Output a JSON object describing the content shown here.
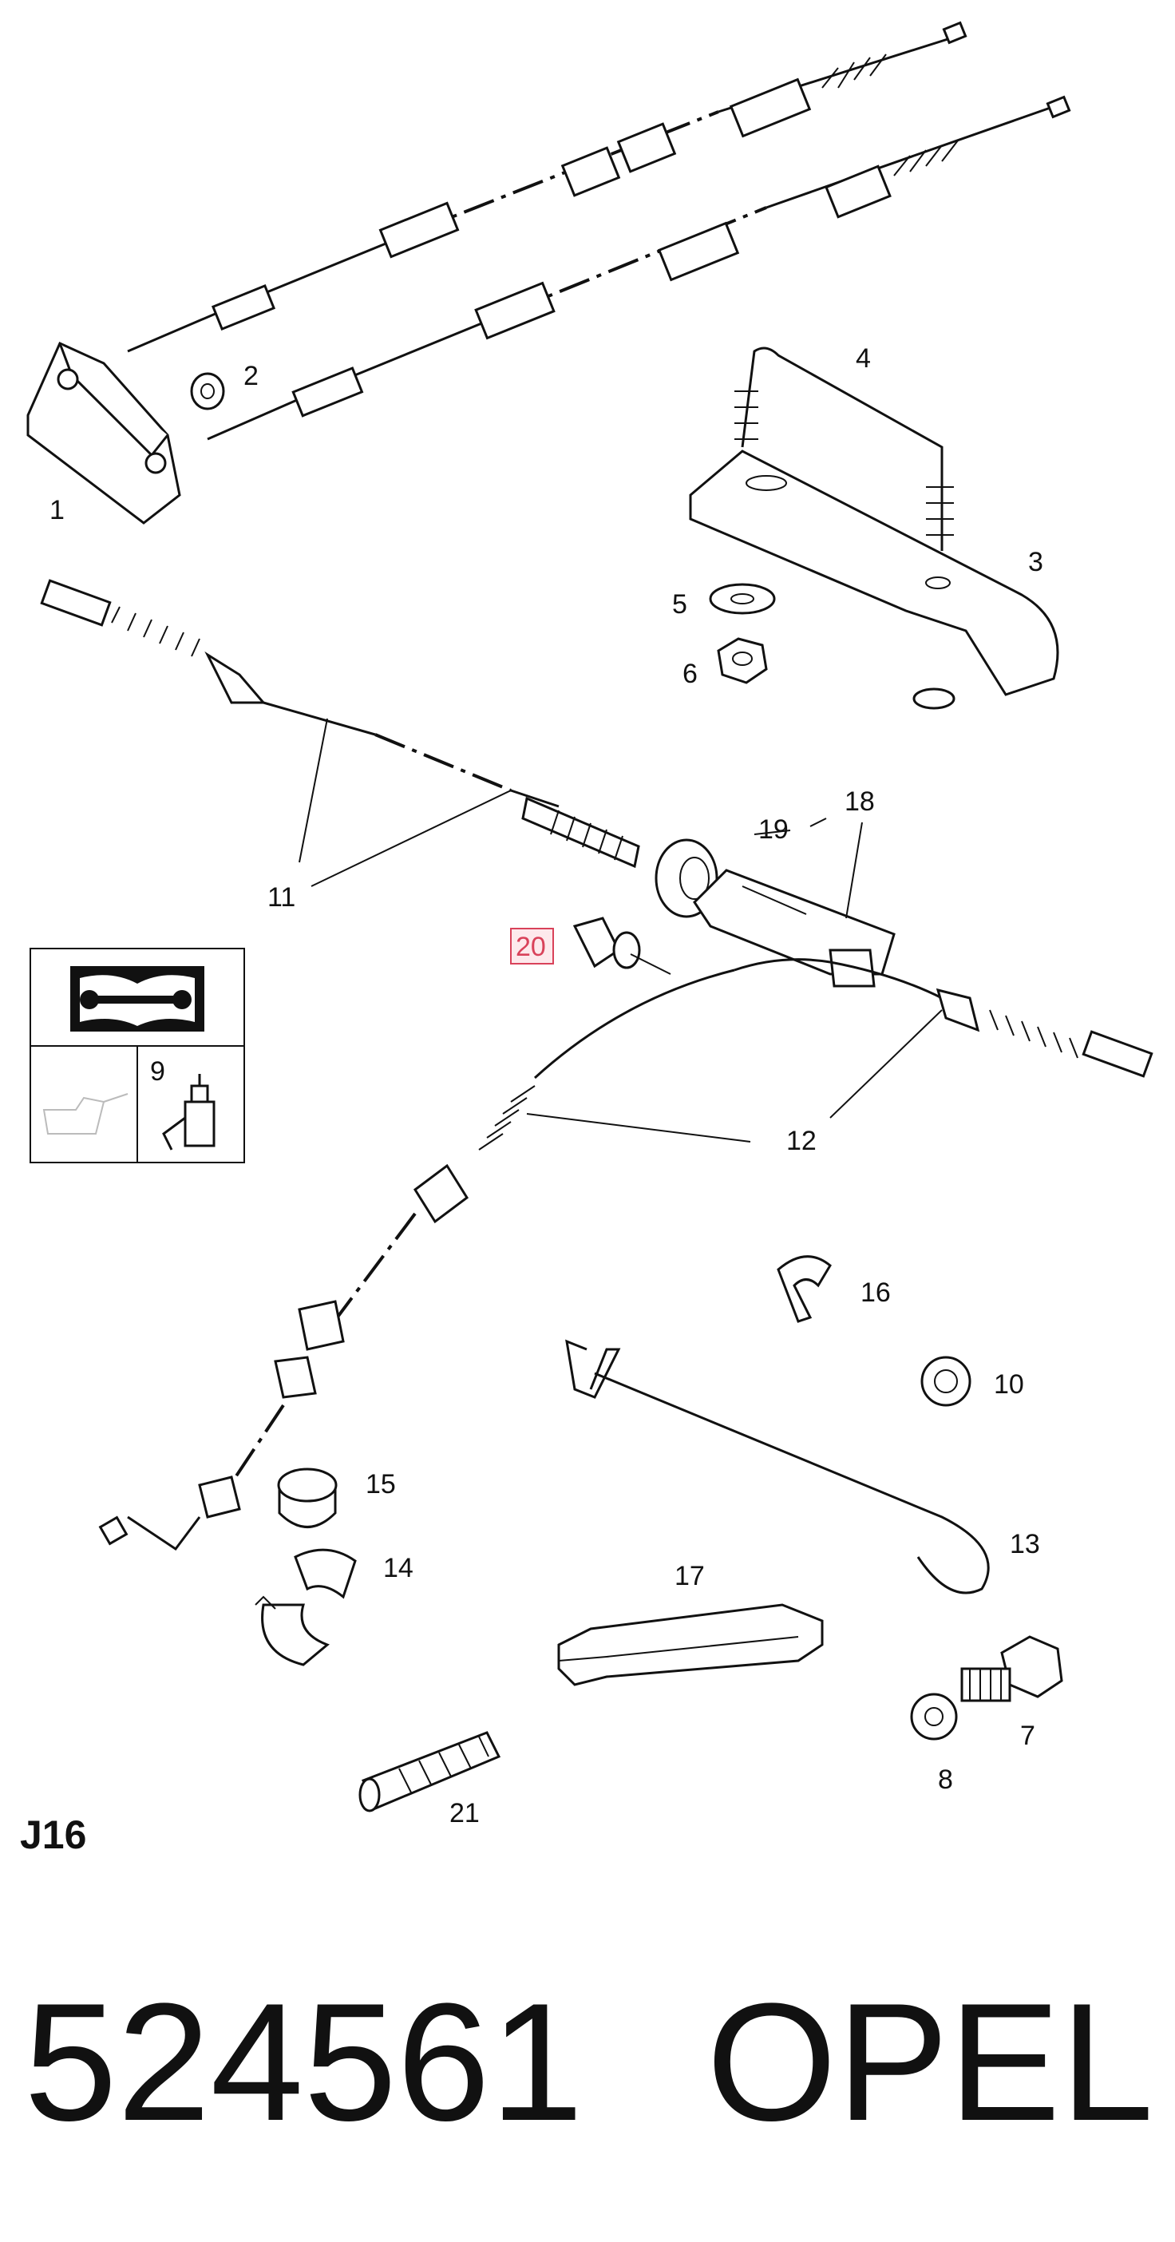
{
  "diagram": {
    "callouts": {
      "c1": "1",
      "c2": "2",
      "c3": "3",
      "c4": "4",
      "c5": "5",
      "c6": "6",
      "c7": "7",
      "c8": "8",
      "c9": "9",
      "c10": "10",
      "c11": "11",
      "c12": "12",
      "c13": "13",
      "c14": "14",
      "c15": "15",
      "c16": "16",
      "c17": "17",
      "c18": "18",
      "c19": "19",
      "c20": "20",
      "c21": "21"
    },
    "highlighted_part": "20",
    "highlight_color": "#d9425a",
    "section_code": "J16",
    "icons": [
      "manual-book-wrench-icon",
      "oil-can-icon",
      "grease-bottle-icon"
    ]
  },
  "footer": {
    "part_number": "524561",
    "brand": "OPEL"
  }
}
